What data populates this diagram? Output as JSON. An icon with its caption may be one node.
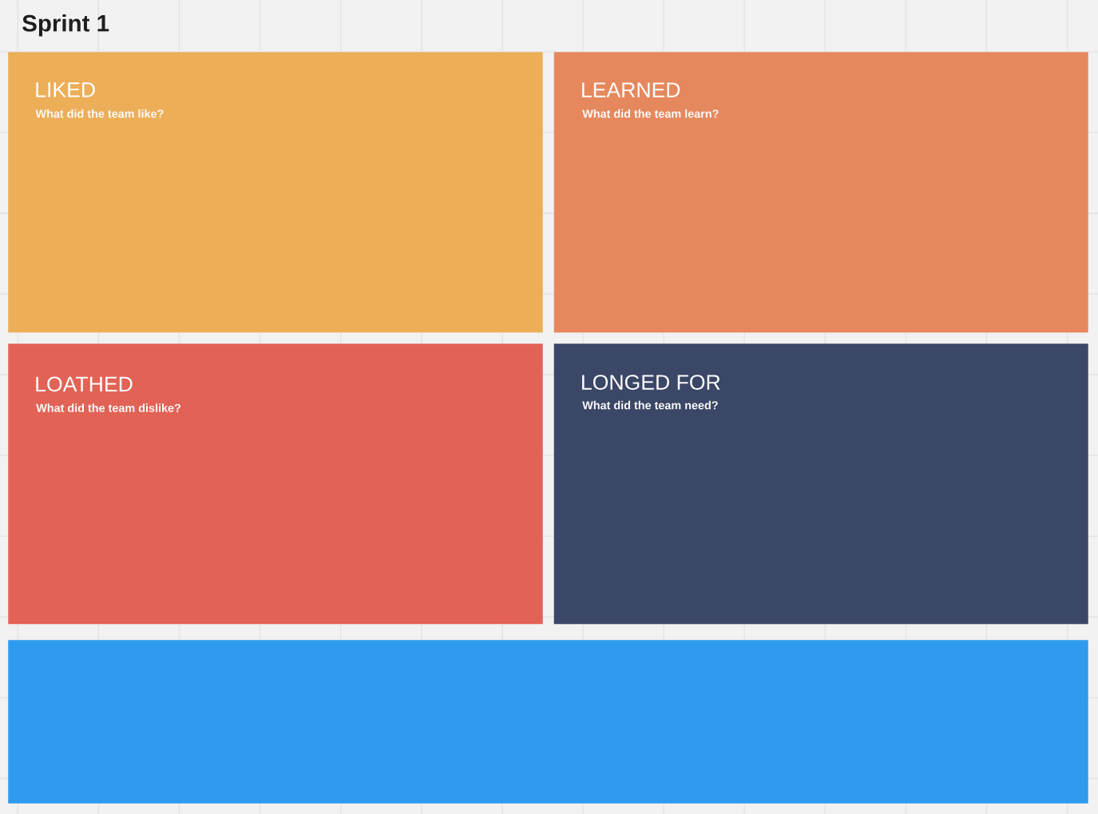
{
  "diagram": {
    "title": "Sprint 1",
    "nodes": [
      {
        "text": [
          "LIKED",
          "What did the team like?"
        ]
      },
      {
        "text": [
          "LEARNED",
          "What did the team learn?"
        ]
      },
      {
        "text": [
          "LOATHED",
          "What did the team dislike?"
        ]
      },
      {
        "text": [
          "LONGED FOR",
          "What did the team need?"
        ]
      },
      {
        "text": [],
        "shape": "box"
      }
    ]
  }
}
